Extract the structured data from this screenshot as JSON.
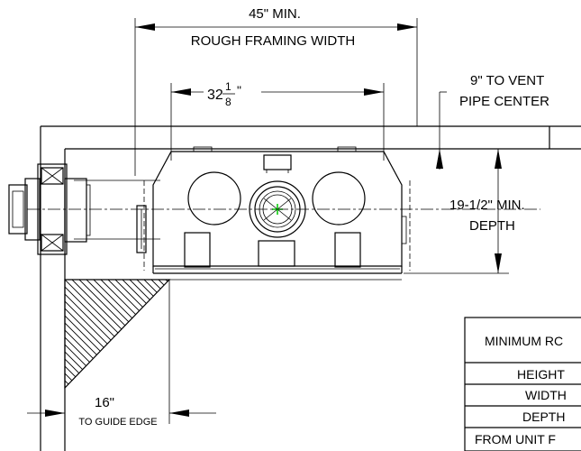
{
  "dimensions": {
    "framing_width_value": "45\" MIN.",
    "framing_width_label": "ROUGH FRAMING WIDTH",
    "unit_width_whole": "32",
    "unit_width_num": "1",
    "unit_width_den": "8",
    "unit_width_inch": "\"",
    "vent_offset_value": "9\" TO VENT",
    "vent_offset_label": "PIPE CENTER",
    "depth_value": "19-1/2\" MIN.",
    "depth_label": "DEPTH",
    "guide_value": "16\"",
    "guide_label": "TO GUIDE EDGE"
  },
  "table": {
    "title": "MINIMUM RC",
    "rows": [
      "HEIGHT",
      "WIDTH",
      "DEPTH",
      "FROM UNIT F"
    ]
  },
  "colors": {
    "line": "#000000",
    "vent_center_marker": "#00cc00"
  }
}
